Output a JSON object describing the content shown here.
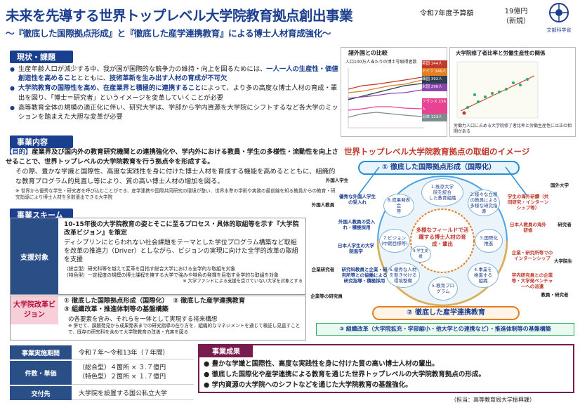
{
  "header": {
    "title": "未来を先導する世界トップレベル大学院教育拠点創出事業",
    "subtitle": "～『徹底した国際拠点形成』と『徹底した産学連携教育』による博士人材育成強化～",
    "budget_label": "令和7年度予算額",
    "budget_amount": "19億円",
    "budget_note": "（新規）",
    "ministry": "文部科学省"
  },
  "current": {
    "heading": "現状・課題",
    "b1_a": "生産年齢人口が減少する中、我が国が国際的な競争力の維持・向上を図るためには、",
    "b1_b": "一人一人の生産性・価値創造性を高めること",
    "b1_c": "とともに、",
    "b1_d": "技術革新を生み出す人材の育成が不可欠",
    "b2_a": "大学院教育の国際性を高め、在産業界と積極的に連携すること",
    "b2_b": "によって、より多の高度な博士人材の育成・輩出を図り、「博士＝研究者」というイメージを変革していくことが必要",
    "b3": "高等教育全体の規模の適正化に伴い、研究大学は、学部から学内資源を大学院にシフトするなど各大学のミッションを踏まえた大胆な変革が必要"
  },
  "chart1": {
    "title": "諸外国との比較",
    "subtitle": "人口100万人当たりの博士号取得者数",
    "labels": [
      "英国 344人",
      "ドイツ 346人",
      "韓国 392人",
      "米国 296人",
      "フランス 156人",
      "日本 123人"
    ]
  },
  "chart2": {
    "title": "大学院修了者比率と労働生産性の関係",
    "note": "労働力人口に占める大学院修了者比率と労働生産性には正の相関がある"
  },
  "content": {
    "heading": "事業内容",
    "purpose_tag": "【目的】",
    "purpose_text": "産業界及び国内外の教育研究機関との連携強化や、学内外における教員・学生の多様性・流動性を向上させることで、世界トップレベルの大学院教育を行う拠点※を形成する。",
    "purpose_2": "その際、豊かな学識と国際性、高度な実践性を身に付けた博士人材を育成する機能を高めるとともに、組織的な教育プログラム的見直し等により、質の高い博士人材の増加を図る。",
    "note": "※ 世界から優秀な学生・研究者を呼び込むことができ、産学連携や国際共同研究の環境が整い、世界水準の学術や実務の最前線を知る教員からの教育・研究指導により博士人材を多数輩出できる大学院"
  },
  "scheme": {
    "heading": "事業スキーム",
    "support_label": "支援対象",
    "s1": "10-15年後の大学院教育の姿とそこに至るプロセス・具体的取組等を示す『大学院改革ビジョン』を策定",
    "s2": "ディシプリンにとらわれない社会課題をテーマとした学位プログラム構築など取組を改革の推進力（Driver）としながら、ビジョンの実現に向けた全学的改革の取組を支援",
    "s3": "（総合型）研究科等を越えて変革を目指す総合大学における全学的な取組を対象",
    "s4": "（特色型）一定程度の規模の博士課程を擁する大学で強みや特色の発揮を目指す全学的な取組を対象",
    "s5": "※ 大学ファンドによる支援を受けていない大学を対象とする",
    "vision_label": "大学院改革ビジョン",
    "v1": "① 徹底した国際拠点形成（国際化）",
    "v2": "② 徹底した産学連携教育",
    "v3": "③ 組織改革・推進体制等の基盤構築",
    "v4": "の各要素を含み、それらを一体として実現する将来構想",
    "v5": "※ 併せて、課題発見から成果発表までの研究指導の在り方を、組織的なマネジメントを通じて検証し見直すことで、既存の研究科を含めて大学院教育の改善・充実を図る"
  },
  "table": {
    "rows": [
      {
        "label": "事業実施期間",
        "value": "令和７年～令和13年（７年間）"
      },
      {
        "label": "件数・単価",
        "value": "（総合型）４箇所 × ３.７億円\n（特色型）２箇所 × １.７億円"
      },
      {
        "label": "交付先",
        "value": "大学院を設置する国公私立大学"
      }
    ]
  },
  "outcome": {
    "heading": "事業成果",
    "o1": "豊かな学識と国際性、高度な実践性を身に付けた質の高い博士人材の輩出。",
    "o2": "徹底した国際化や産学連携による教育を通じた世界トップレベルの大学院教育拠点の形成。",
    "o3": "学内資源の大学院へのシフトなどを通じた大学院教育の基盤強化。"
  },
  "image": {
    "title": "世界トップレベル大学院教育拠点の取組のイメージ",
    "pillar1": "① 徹底した国際拠点形成（国際化）",
    "pillar2": "② 徹底した産学連携教育",
    "pillar3": "③ 組織改革（大学院拡充・学部縮小・他大学との連携など）・推進体制等の基盤構築",
    "center": "多様なフィールドで活躍する博士人材の育成・輩出",
    "nodes": [
      "1.既存大学\n院を統合\nした教育組織",
      "2.様々な立場\nの教員による\n多様な研究指導",
      "3.国際化\n推進",
      "4.事業を\n推進する\n組織",
      "5.教育プロ\nグラム",
      "6.優秀な人材\nを惹き付ける\n環境整備",
      "7.ビジョン\n(中期目標等)",
      "8.成果発表会\n等",
      "9.学生支援"
    ],
    "left_labels": [
      "外国人学生",
      "外国人教員",
      "優秀な外国人学生の受入れ",
      "外国人教員の受入れ・積極採用",
      "日本人学生の大学院進学",
      "企業研究者",
      "研究科教員と企業・研究所等との協働による研究指導・積極採用",
      "企業等の研究員"
    ],
    "right_labels": [
      "国外大学",
      "学生の海外研鑽（共同研究・インターンシップ等）",
      "日本人教員の海外研修",
      "企業・研究所等でのインターンシップ",
      "学内研究員との企業等・大学発ベンチャーへの派遣",
      "研究者",
      "大学院生",
      "教員・研究者"
    ],
    "source": "（担当：高等教育局大学振興課）"
  }
}
